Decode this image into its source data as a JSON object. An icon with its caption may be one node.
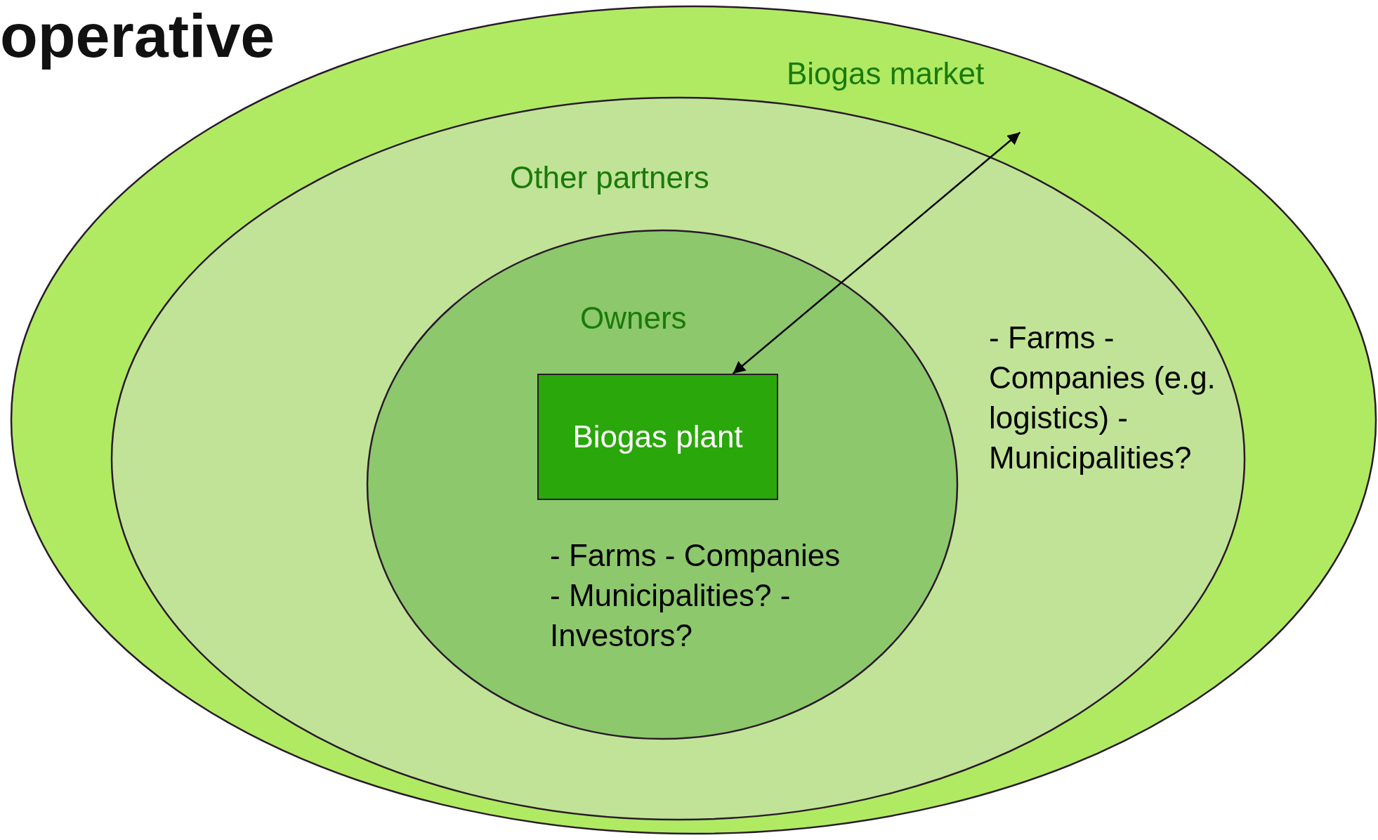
{
  "diagram": {
    "title": "operative",
    "nodes": [
      {
        "text": [
          "Biogas market"
        ]
      },
      {
        "text": [
          "Other partners",
          "- Farms - Companies (e.g. logistics) - Municipalities?"
        ],
        "in": 0
      },
      {
        "text": [
          "Owners",
          "- Farms - Companies - Municipalities? - Investors?"
        ],
        "in": 1
      },
      {
        "text": [
          "Biogas plant"
        ],
        "in": 2
      }
    ],
    "edges": [
      {
        "from": 3,
        "to": 0,
        "arrow": "both"
      }
    ]
  }
}
